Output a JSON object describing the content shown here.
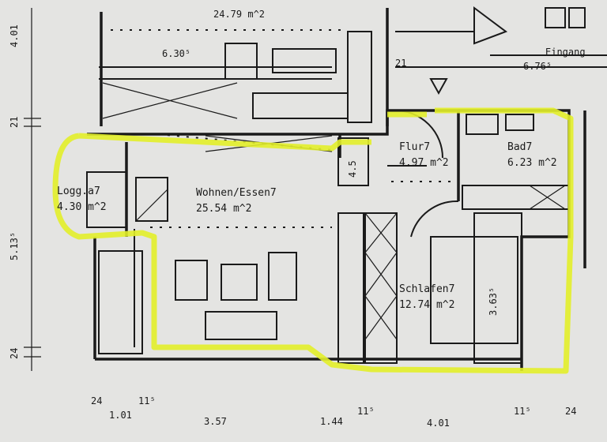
{
  "colors": {
    "highlight": "#e2ee2a",
    "paper": "#e4e4e2",
    "ink": "#1a1a1a"
  },
  "rooms": {
    "upper_unit": {
      "area": "24.79 m^2"
    },
    "living": {
      "name": "Wohnen/Essen7",
      "area": "25.54 m^2"
    },
    "loggia": {
      "name": "Logg.a7",
      "area": "4.30 m^2"
    },
    "hall": {
      "name": "Flur7",
      "area": "4.97 m^2"
    },
    "bath": {
      "name": "Bad7",
      "area": "6.23 m^2"
    },
    "bedroom": {
      "name": "Schlafen7",
      "area": "12.74 m^2"
    },
    "top_right": {
      "name": "Eingang"
    }
  },
  "dimensions": {
    "top_left": "6.30⁵",
    "top_right": "6.76⁵",
    "top_wall": "21",
    "left": [
      "4.01",
      "21",
      "5.13⁵",
      "24"
    ],
    "closet": "4.5",
    "bed_width": "3.63⁵",
    "bottom": [
      "24",
      "11⁵",
      "1.01",
      "3.57",
      "1.44",
      "11⁵",
      "4.01",
      "11⁵",
      "24"
    ]
  }
}
